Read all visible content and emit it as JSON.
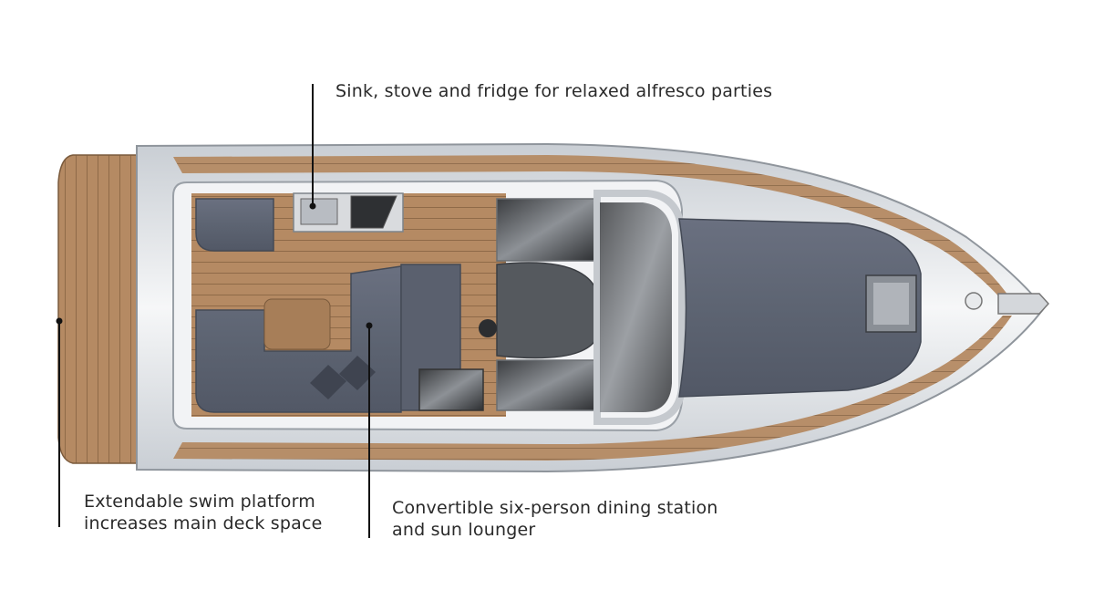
{
  "callouts": {
    "galley": {
      "lines": [
        "Sink, stove and fridge for relaxed alfresco parties"
      ]
    },
    "swim_platform": {
      "lines": [
        "Extendable swim platform",
        "increases main deck space"
      ]
    },
    "dining": {
      "lines": [
        "Convertible six-person dining station",
        "and sun lounger"
      ]
    }
  },
  "colors": {
    "teak": "#b58a63",
    "teak_dark": "#8f6a48",
    "upholstery": "#5d6472",
    "upholstery_dark": "#4a5060",
    "hull": "#e9ecef",
    "hull_edge": "#8f959c",
    "leader": "#111111"
  }
}
